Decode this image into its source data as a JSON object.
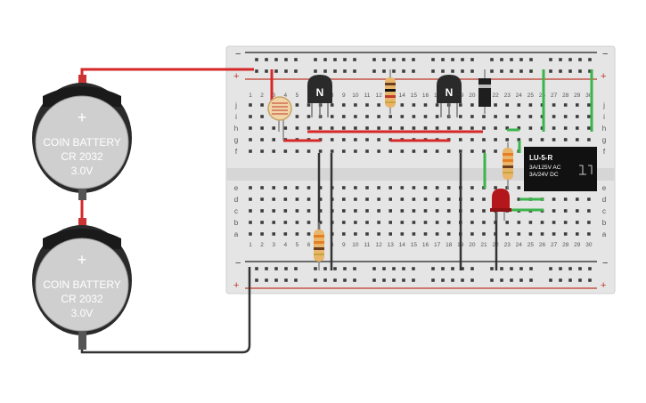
{
  "breadboard": {
    "columns": [
      "1",
      "2",
      "3",
      "4",
      "5",
      "6",
      "7",
      "8",
      "9",
      "10",
      "11",
      "12",
      "13",
      "14",
      "15",
      "16",
      "17",
      "18",
      "19",
      "20",
      "21",
      "22",
      "23",
      "24",
      "25",
      "26",
      "27",
      "28",
      "29",
      "30"
    ],
    "top_rows": [
      "j",
      "i",
      "h",
      "g",
      "f"
    ],
    "bottom_rows": [
      "e",
      "d",
      "c",
      "b",
      "a"
    ],
    "rail_minus": "−",
    "rail_plus": "+"
  },
  "batteries": [
    {
      "name": "battery-1",
      "line1": "COIN BATTERY",
      "line2": "CR 2032",
      "line3": "3.0V",
      "plus": "+"
    },
    {
      "name": "battery-2",
      "line1": "COIN BATTERY",
      "line2": "CR 2032",
      "line3": "3.0V",
      "plus": "+"
    }
  ],
  "transistors": [
    {
      "name": "transistor-1",
      "label": "N"
    },
    {
      "name": "transistor-2",
      "label": "N"
    }
  ],
  "relay": {
    "model": "LU-5-R",
    "rating1": "3A/125V AC",
    "rating2": "3A/24V  DC"
  },
  "colors": {
    "breadboard": "#e6e6e6",
    "wire_red": "#d62828",
    "wire_black": "#333333",
    "wire_green": "#3cb44b",
    "led_red": "#b3171b",
    "relay_body": "#111111"
  }
}
